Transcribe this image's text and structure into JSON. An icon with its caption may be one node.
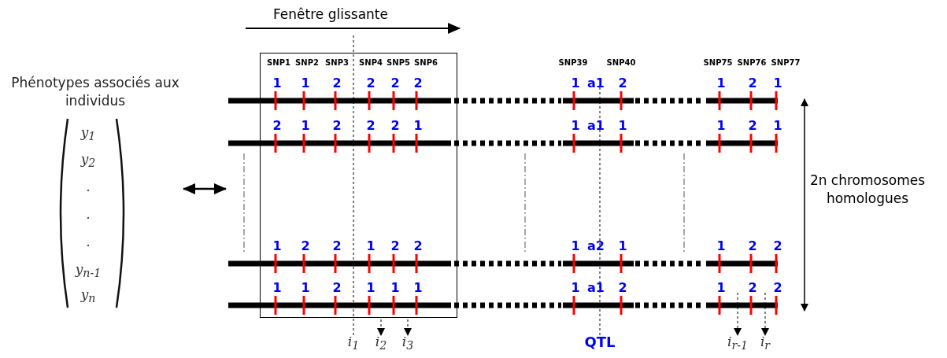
{
  "diagram": {
    "nodes": [
      {
        "text": [
          "Phénotypes associés aux individus",
          "y$_{1}$",
          "y$_{2}$",
          ".",
          ".",
          ".",
          "y$_{n-1}$",
          "y$_{n}$"
        ]
      },
      {
        "text": [],
        "shape": "bar"
      },
      {
        "text": [
          "SNP1",
          "SNP2",
          "SNP3",
          "SNP4",
          "SNP5",
          "SNP6"
        ]
      },
      {
        "text": [
          "i$_{1}$"
        ]
      },
      {
        "text": [
          "i$_{2}$"
        ]
      },
      {
        "text": [
          "i$_{3}$"
        ]
      },
      {
        "text": [
          "QTL"
        ]
      },
      {
        "text": [
          "i$_{r-1}$"
        ]
      },
      {
        "text": [
          "i$_{r}$"
        ]
      }
    ],
    "edges": [
      {
        "from": 0,
        "to": 1,
        "arrow": "both"
      },
      {
        "from": null,
        "to": 3,
        "arrow": "none",
        "style": "dashed"
      },
      {
        "from": 1,
        "to": 4,
        "arrow": "to",
        "style": "dashed"
      },
      {
        "from": 1,
        "to": 5,
        "arrow": "to",
        "style": "dashed"
      },
      {
        "from": 1,
        "to": 6,
        "arrow": "none",
        "style": "dashed"
      },
      {
        "from": 1,
        "to": 7,
        "arrow": "to",
        "style": "dashed"
      },
      {
        "from": 1,
        "to": 8,
        "arrow": "to",
        "style": "dashed"
      }
    ],
    "labels": [
      "Fenêtre glissante",
      "SNP39",
      "SNP40",
      "SNP75",
      "SNP76",
      "SNP77",
      "1",
      "1",
      "2",
      "2",
      "2",
      "2",
      "1",
      "a1",
      "2",
      "1",
      "2",
      "1",
      "2",
      "1",
      "2",
      "2",
      "2",
      "1",
      "1",
      "a1",
      "1",
      "1",
      "2",
      "1",
      "2n chromosomes homologues",
      "1",
      "2",
      "2",
      "1",
      "2",
      "2",
      "1",
      "a2",
      "1",
      "1",
      "2",
      "2",
      "1",
      "1",
      "2",
      "1",
      "1",
      "1",
      "1",
      "a1",
      "2",
      "1",
      "2",
      "2"
    ]
  }
}
